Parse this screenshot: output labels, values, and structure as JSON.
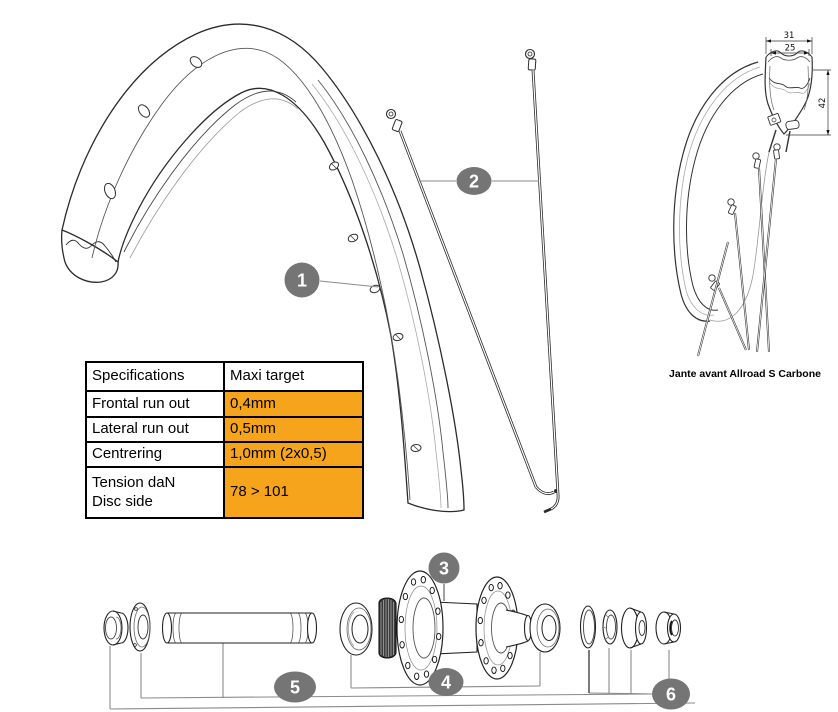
{
  "colors": {
    "highlight_orange": "#F5A41C",
    "callout_gray": "#757575",
    "line_dark": "#2b2b2b",
    "leader_gray": "#8a8a8a"
  },
  "spec_table": {
    "col_headers": [
      "Specifications",
      "Maxi target"
    ],
    "rows": [
      {
        "label": "Frontal run out",
        "value": "0,4mm"
      },
      {
        "label": "Lateral run out",
        "value": "0,5mm"
      },
      {
        "label": "Centrering",
        "value": "1,0mm (2x0,5)"
      },
      {
        "label_line1": "Tension daN",
        "label_line2": "Disc side",
        "value": "78 > 101"
      }
    ]
  },
  "callouts": {
    "c1": "1",
    "c2": "2",
    "c3": "3",
    "c4": "4",
    "c5": "5",
    "c6": "6"
  },
  "cross_section": {
    "caption": "Jante avant Allroad S Carbone",
    "dim_outer_width": "31",
    "dim_inner_width": "25",
    "dim_depth": "42"
  }
}
